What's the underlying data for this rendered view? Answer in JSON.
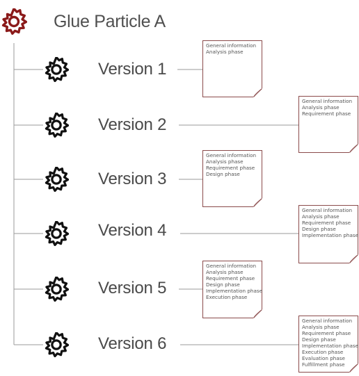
{
  "root": {
    "title": "Glue Particle A",
    "icon": "gear-icon",
    "color": "#8b1a1a"
  },
  "versions": [
    {
      "label": "Version 1",
      "phases": [
        "General information",
        "Analysis phase"
      ]
    },
    {
      "label": "Version 2",
      "phases": [
        "General information",
        "Analysis phase",
        "Requirement phase"
      ]
    },
    {
      "label": "Version 3",
      "phases": [
        "General information",
        "Analysis phase",
        "Requirement phase",
        "Design phase"
      ]
    },
    {
      "label": "Version 4",
      "phases": [
        "General information",
        "Analysis phase",
        "Requirement phase",
        "Design phase",
        "Implementation phase"
      ]
    },
    {
      "label": "Version 5",
      "phases": [
        "General information",
        "Analysis phase",
        "Requirement phase",
        "Design phase",
        "Implementation phase",
        "Execution phase"
      ]
    },
    {
      "label": "Version 6",
      "phases": [
        "General information",
        "Analysis phase",
        "Requirement phase",
        "Design phase",
        "Implementation phase",
        "Execution phase",
        "Evaluation phase",
        "Fulfillment phase"
      ]
    }
  ],
  "colors": {
    "line": "#9a9a9a",
    "note_border": "#8a4a4a",
    "version_icon": "#111111"
  }
}
